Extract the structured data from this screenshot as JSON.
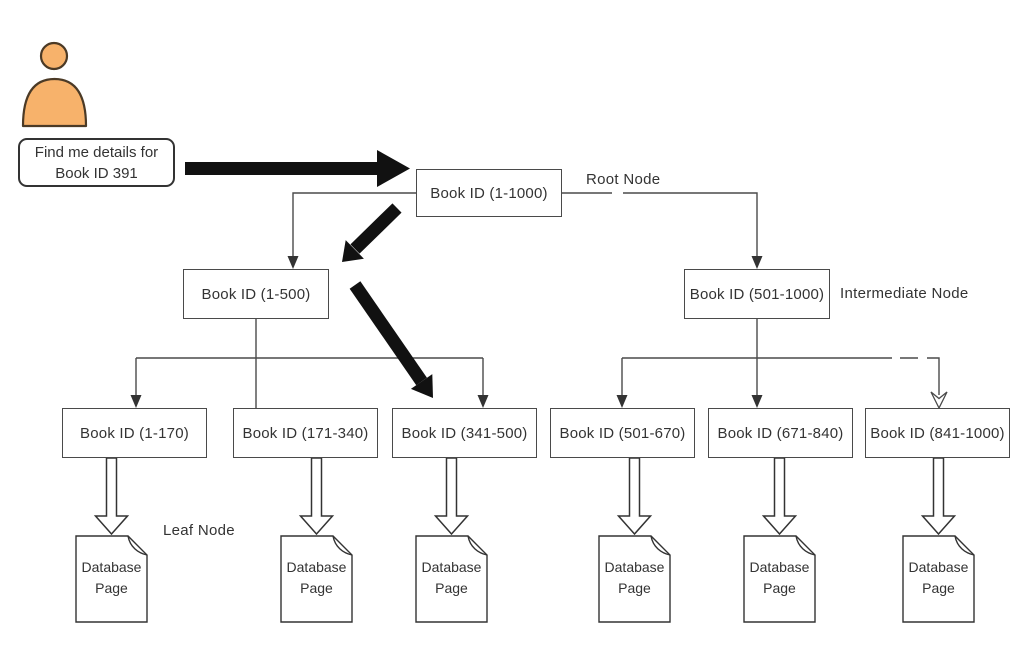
{
  "actor": {
    "icon": "person-icon",
    "query": {
      "line1": "Find me details for",
      "line2": "Book ID 391"
    }
  },
  "annotations": {
    "root_label": "Root Node",
    "intermediate_label": "Intermediate Node",
    "leaf_label": "Leaf Node"
  },
  "tree": {
    "root": {
      "label": "Book ID (1-1000)"
    },
    "intermediates": [
      {
        "label": "Book ID (1-500)"
      },
      {
        "label": "Book ID (501-1000)"
      }
    ],
    "leaves": [
      {
        "label": "Book ID (1-170)"
      },
      {
        "label": "Book ID (171-340)"
      },
      {
        "label": "Book ID (341-500)"
      },
      {
        "label": "Book ID (501-670)"
      },
      {
        "label": "Book ID (671-840)"
      },
      {
        "label": "Book ID (841-1000)"
      }
    ],
    "page": {
      "line1": "Database",
      "line2": "Page"
    }
  },
  "colors": {
    "actor_fill": "#f7b26b",
    "actor_stroke": "#4b3a26",
    "connector": "#4a4a4a",
    "highlight_arrow": "#111111"
  }
}
